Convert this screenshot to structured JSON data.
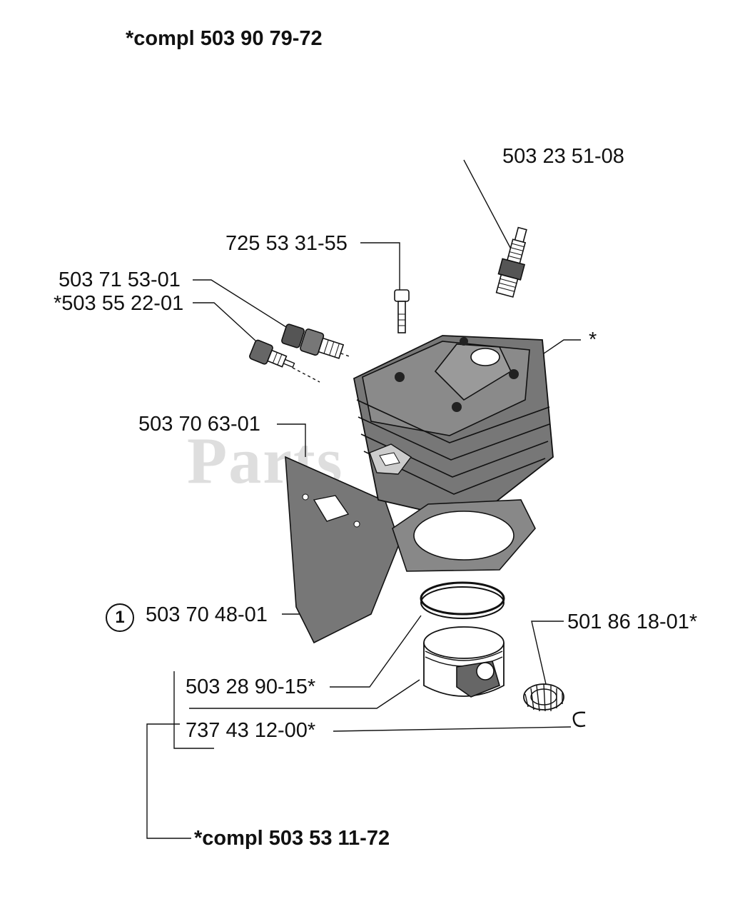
{
  "header": {
    "assembly_top": "*compl 503 90 79-72"
  },
  "footer": {
    "assembly_bottom": "*compl 503 53 11-72"
  },
  "watermark": "Parts",
  "callout_number": "1",
  "parts": [
    {
      "id": "spark_plug",
      "number": "503 23 51-08"
    },
    {
      "id": "screw",
      "number": "725 53 31-55"
    },
    {
      "id": "valve_a",
      "number": "503 71 53-01"
    },
    {
      "id": "valve_b",
      "number": "*503 55 22-01"
    },
    {
      "id": "cylinder",
      "number": "*"
    },
    {
      "id": "heat_shield",
      "number": "503 70 63-01"
    },
    {
      "id": "gasket",
      "number": "503 70 48-01"
    },
    {
      "id": "needle_bearing",
      "number": "501 86 18-01*"
    },
    {
      "id": "piston",
      "number": "503 28 90-15*"
    },
    {
      "id": "circlip",
      "number": "737 43 12-00*"
    }
  ],
  "colors": {
    "ink": "#111111",
    "part_fill": "#7a7a7a",
    "part_dark": "#3a3a3a",
    "watermark": "#d7d7d7"
  }
}
